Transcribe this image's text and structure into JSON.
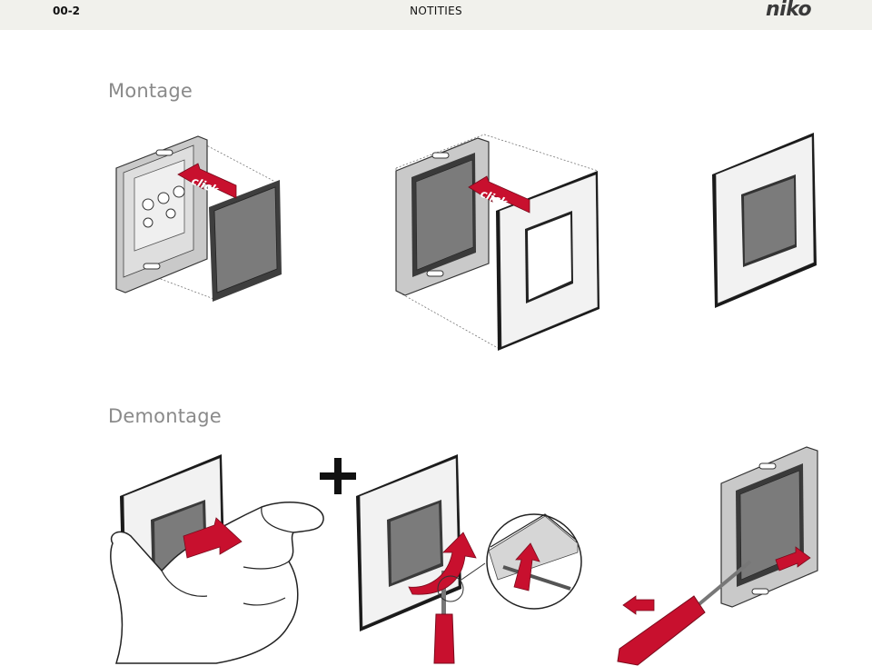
{
  "header": {
    "page_code": "00-2",
    "title": "NOTITIES",
    "logo_text": "niko"
  },
  "sections": {
    "montage": {
      "title": "Montage"
    },
    "demontage": {
      "title": "Demontage"
    }
  },
  "figure_text": {
    "click_1": "click",
    "click_2": "click",
    "plus": "+"
  },
  "colors": {
    "header_bg": "#f1f1ec",
    "section_title": "#8a8a8a",
    "arrow_red": "#c8102e",
    "cover_grey": "#7b7b7b",
    "frame_white": "#f2f2f2"
  }
}
